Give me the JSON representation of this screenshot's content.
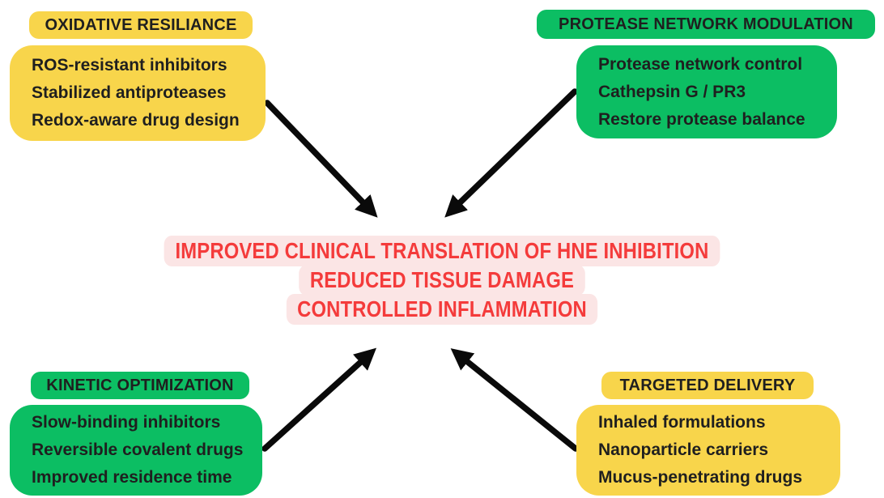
{
  "palette": {
    "bg": "#ffffff",
    "yellow": "#f8d54b",
    "green": "#0cbe63",
    "dark": "#1f1f1f",
    "red": "#f43b3b",
    "pink": "#fbe5e5",
    "arrow": "#0a0a0a"
  },
  "nodes": [
    {
      "id": "oxidative-resiliance",
      "color": "yellow",
      "title": "OXIDATIVE RESILIANCE",
      "items": [
        "ROS-resistant inhibitors",
        "Stabilized antiproteases",
        "Redox-aware drug design"
      ]
    },
    {
      "id": "protease-network-modulation",
      "color": "green",
      "title": "PROTEASE NETWORK MODULATION",
      "items": [
        "Protease network control",
        "Cathepsin G / PR3",
        "Restore protease balance"
      ]
    },
    {
      "id": "kinetic-optimization",
      "color": "green",
      "title": "KINETIC OPTIMIZATION",
      "items": [
        "Slow-binding inhibitors",
        "Reversible covalent drugs",
        "Improved residence time"
      ]
    },
    {
      "id": "targeted-delivery",
      "color": "yellow",
      "title": "TARGETED DELIVERY",
      "items": [
        "Inhaled formulations",
        "Nanoparticle carriers",
        "Mucus-penetrating drugs"
      ]
    }
  ],
  "center": {
    "lines": [
      "IMPROVED CLINICAL TRANSLATION OF HNE INHIBITION",
      "REDUCED TISSUE DAMAGE",
      "CONTROLLED INFLAMMATION"
    ]
  }
}
